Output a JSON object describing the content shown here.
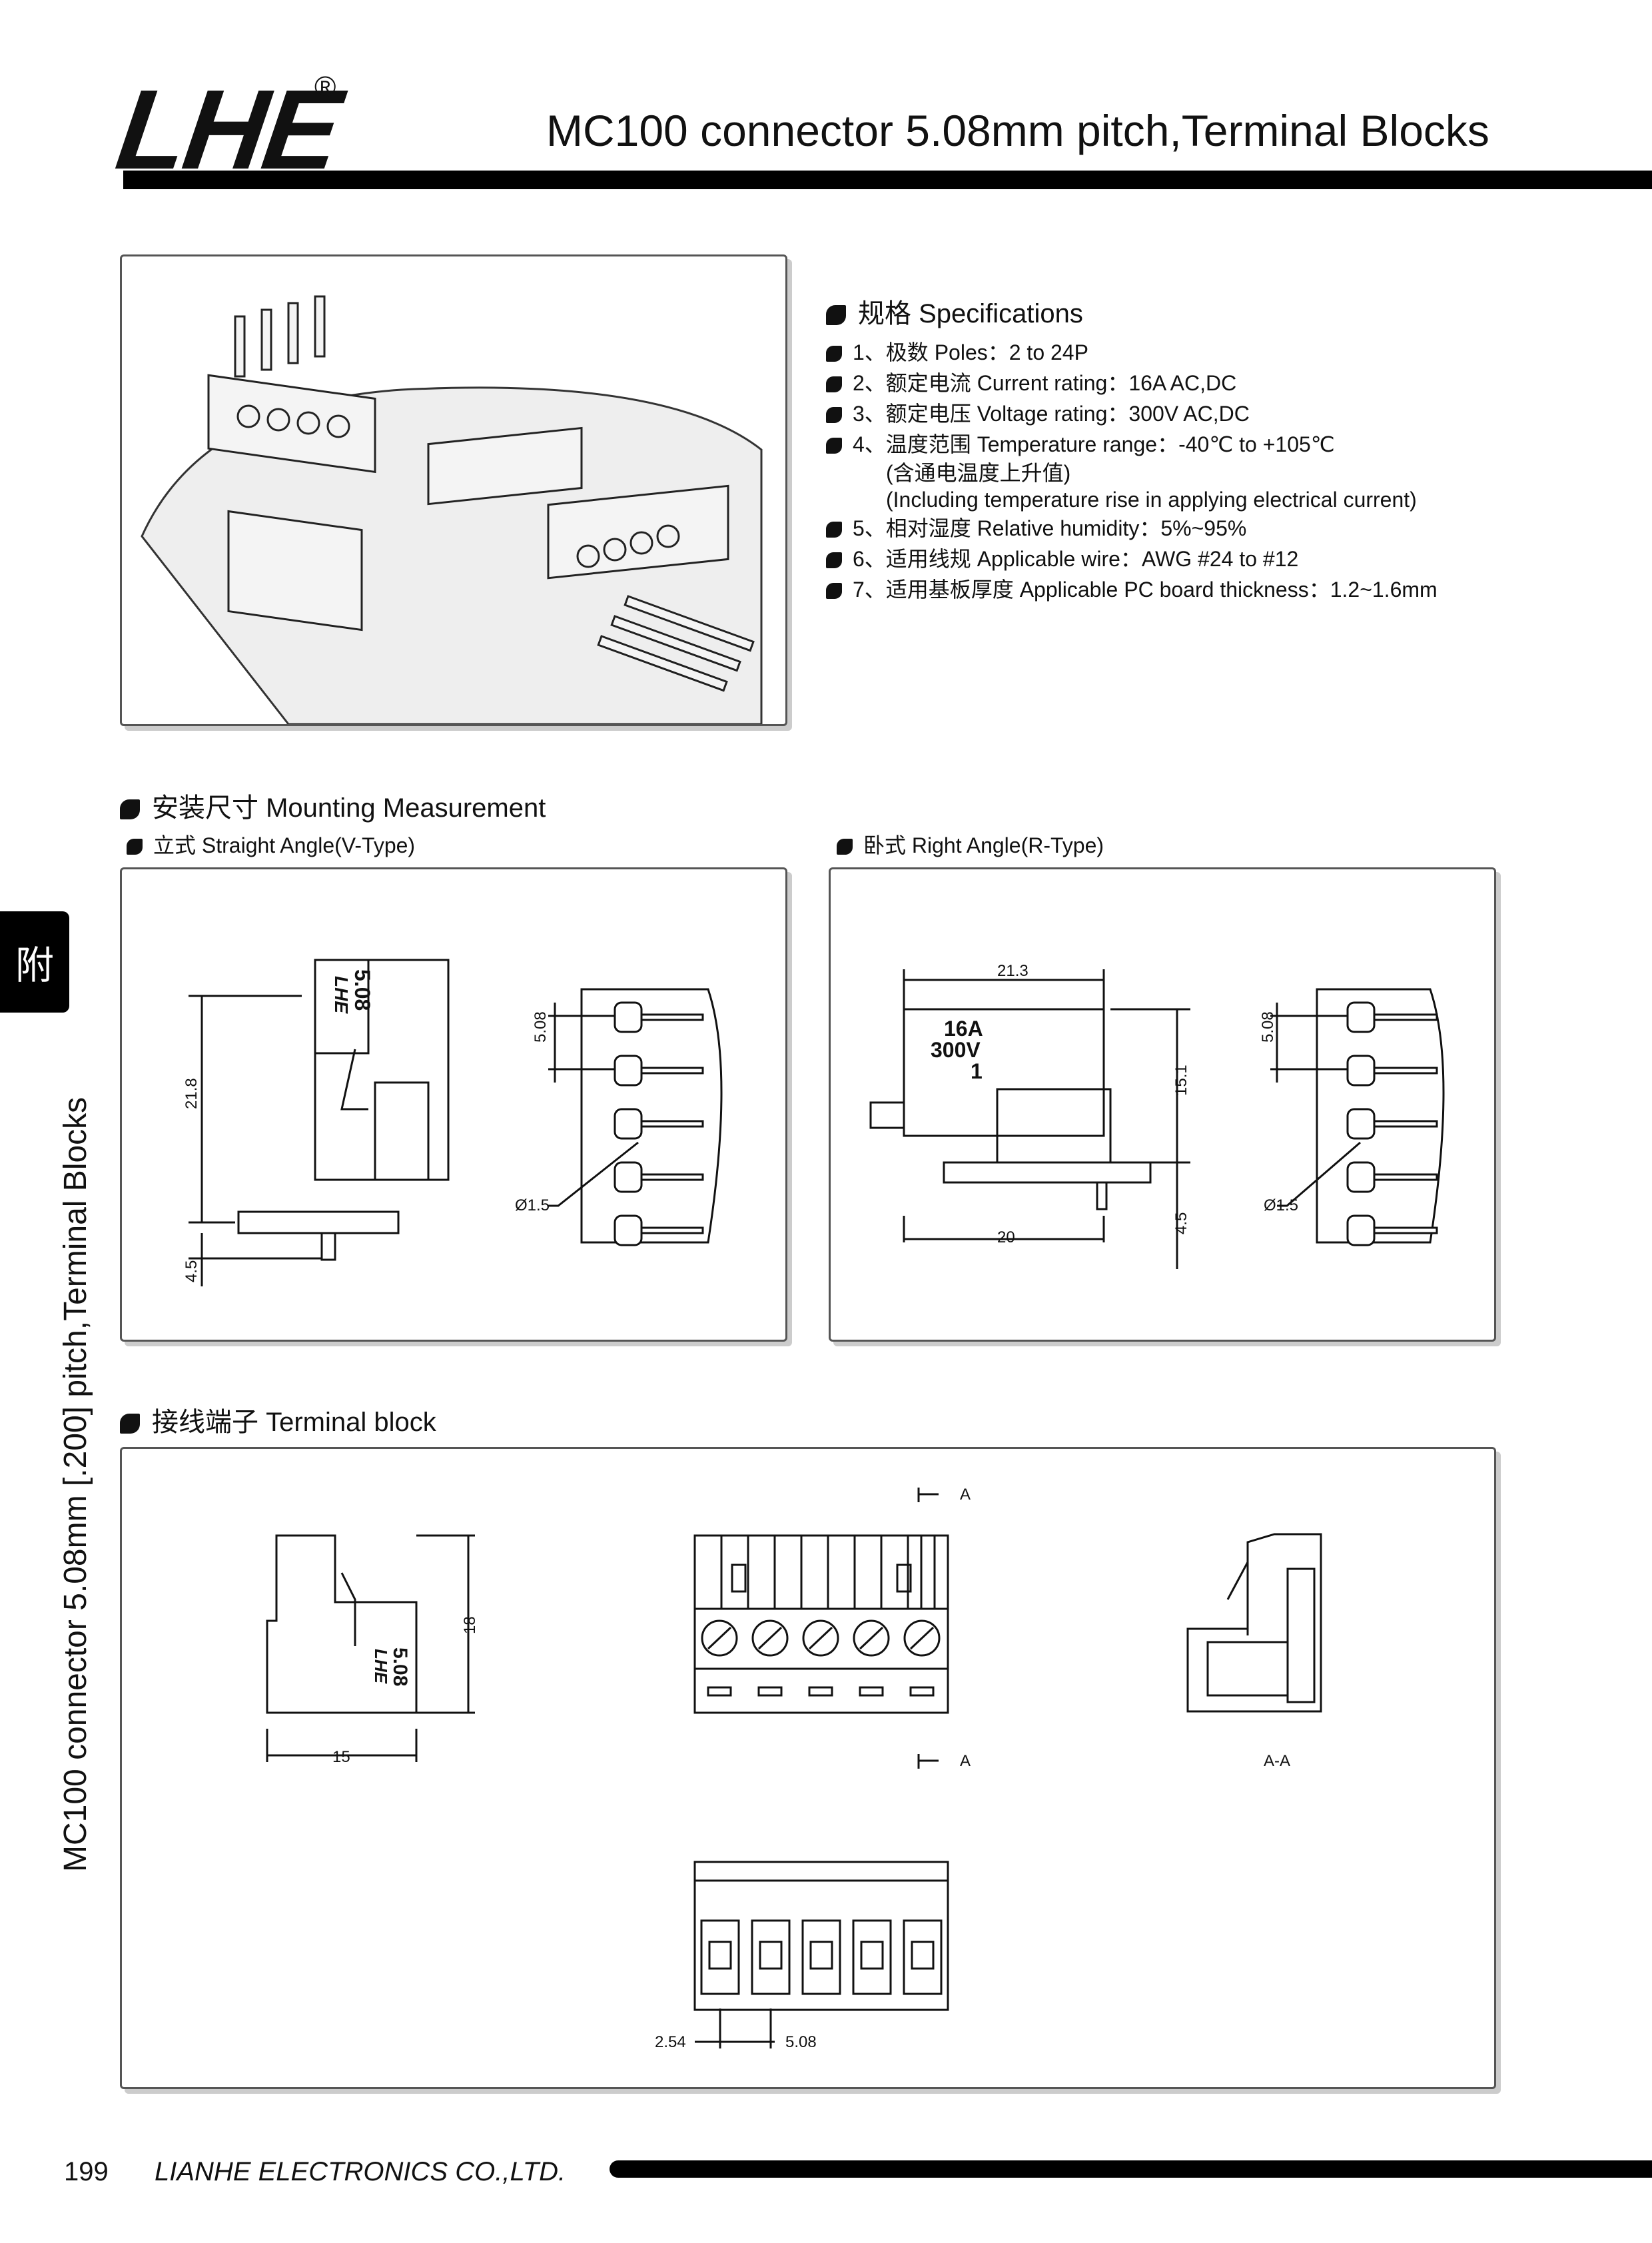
{
  "header": {
    "logo": "LHE",
    "registered": "®",
    "title": "MC100 connector 5.08mm pitch,Terminal Blocks"
  },
  "specs": {
    "heading": "规格 Specifications",
    "items": [
      "1、极数 Poles：2 to 24P",
      "2、额定电流 Current rating：16A  AC,DC",
      "3、额定电压 Voltage rating：300V  AC,DC",
      "4、温度范围 Temperature range：-40℃ to +105℃"
    ],
    "note_1": "(含通电温度上升值)",
    "note_2": "(Including temperature rise in applying electrical current)",
    "items_2": [
      "5、相对湿度 Relative humidity：5%~95%",
      "6、适用线规 Applicable wire：AWG #24 to #12",
      "7、适用基板厚度 Applicable PC board thickness：1.2~1.6mm"
    ]
  },
  "mounting": {
    "heading": "安装尺寸 Mounting Measurement",
    "straight_label": "立式 Straight Angle(V-Type)",
    "right_label": "卧式 Right Angle(R-Type)",
    "straight_dims": {
      "height": "21.8",
      "pin": "4.5",
      "pitch": "5.08",
      "hole": "Ø1.5",
      "marking_1": "5.08",
      "marking_2": "LHE"
    },
    "right_dims": {
      "width": "21.3",
      "height": "15.1",
      "base": "20",
      "pin": "4.5",
      "pitch": "5.08",
      "hole": "Ø1.5",
      "marking_1": "16A",
      "marking_2": "300V",
      "marking_3": "1"
    }
  },
  "terminal": {
    "heading": "接线端子 Terminal block",
    "dims": {
      "height": "18",
      "width": "15",
      "section_top": "A",
      "section_bottom": "A",
      "section_label": "A-A",
      "offset": "2.54",
      "pitch": "5.08",
      "marking_1": "5.08",
      "marking_2": "LHE"
    }
  },
  "side": {
    "tab": "附",
    "text": "MC100 connector 5.08mm [.200] pitch,Terminal Blocks"
  },
  "footer": {
    "page": "199",
    "company": "LIANHE ELECTRONICS CO.,LTD."
  }
}
